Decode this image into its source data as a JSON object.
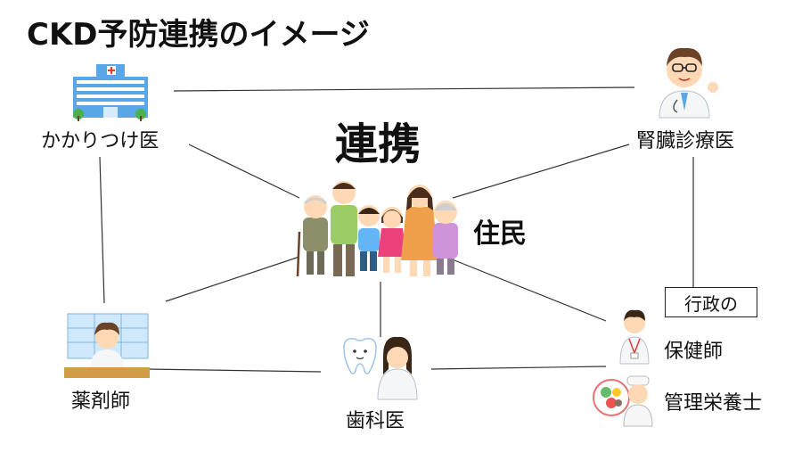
{
  "title": "CKD予防連携のイメージ",
  "hub_label": "連携",
  "nodes": {
    "family": "住民",
    "gp": "かかりつけ医",
    "nephrologist": "腎臓診療医",
    "pharmacist": "薬剤師",
    "dentist": "歯科医",
    "government": "行政の",
    "public_health_nurse": "保健師",
    "dietitian": "管理栄養士"
  },
  "colors": {
    "line": "#333333",
    "text": "#111111",
    "hospital_blue": "#5aa7e8",
    "tree_green": "#4caf50",
    "skin": "#ffd9b5",
    "hair_brown": "#6b4226",
    "coat_white": "#f4f6f8",
    "pharmacy_counter": "#d29b45",
    "cap_white": "#f7f7f7"
  },
  "icons": [
    "hospital-icon",
    "doctor-icon",
    "family-icon",
    "pharmacist-icon",
    "dentist-icon",
    "tooth-icon",
    "nurse-icon",
    "dietitian-icon"
  ]
}
